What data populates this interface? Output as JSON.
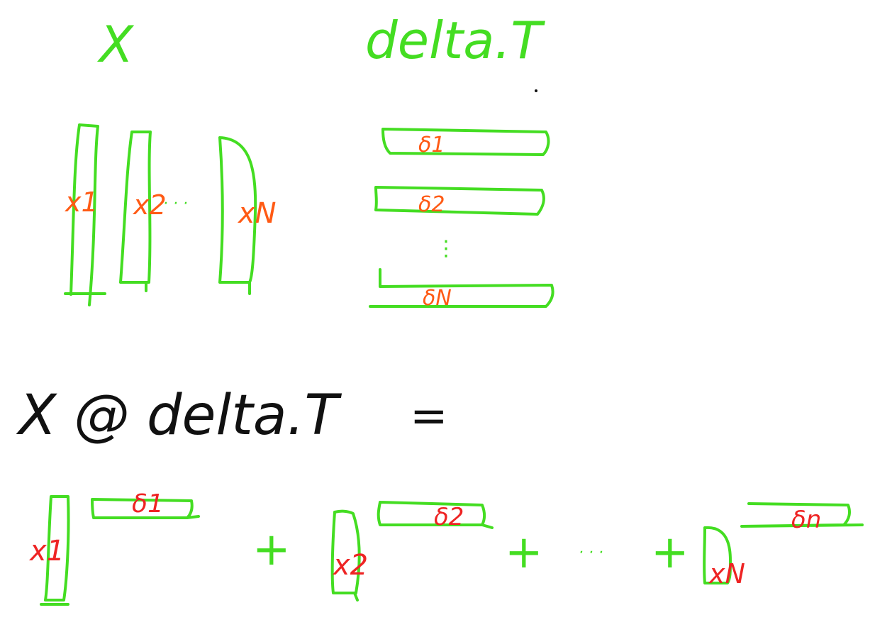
{
  "colors": {
    "green": "#44dd22",
    "orange": "#ff5a14",
    "red": "#ee2424",
    "black": "#111111"
  },
  "labels": {
    "x_title": "X",
    "delta_title": "delta.T",
    "x_cols": [
      "x1",
      "x2",
      "xN"
    ],
    "x_cols_dots": "· · ·",
    "delta_rows": [
      "δ1",
      "δ2",
      "δN"
    ],
    "delta_rows_dots": "⋮",
    "equation_lhs": "X @ delta.T",
    "equals": "=",
    "sum_terms": [
      {
        "x": "x1",
        "delta": "δ1"
      },
      {
        "x": "x2",
        "delta": "δ2"
      },
      {
        "x": "xN",
        "delta": "δn"
      }
    ],
    "plus": "+",
    "ellipsis": "· · ·"
  }
}
